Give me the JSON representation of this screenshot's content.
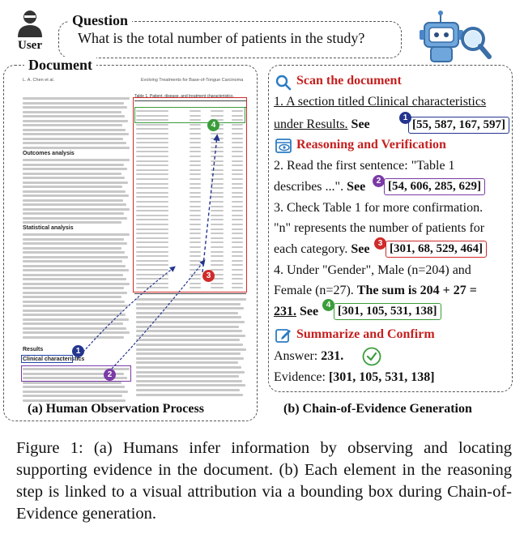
{
  "user": {
    "label": "User"
  },
  "question": {
    "title": "Question",
    "text": "What is the total number of patients in the study?"
  },
  "document": {
    "title": "Document",
    "page_header_left": "L. A. Chen et al.",
    "page_header_right": "Evolving Treatments for Base-of-Tongue Carcinoma",
    "sections": [
      "Outcomes analysis",
      "Statistical analysis",
      "Results",
      "Clinical characteristics"
    ],
    "table_caption": "Table 1. Patient, disease, and treatment characteristics."
  },
  "chain": {
    "step1": {
      "head": "Scan the document",
      "line1": "1. A section titled Clinical characteristics",
      "line2": "under Results.",
      "see": "See",
      "evidence": "[55, 587, 167, 597]",
      "num": "1"
    },
    "reasoning_head": "Reasoning and Verification",
    "step2": {
      "line1": "2. Read the first sentence: \"Table 1",
      "line2": "describes ...\".",
      "see": "See",
      "evidence": "[54, 606, 285, 629]",
      "num": "2"
    },
    "step3": {
      "line1": "3. Check Table 1 for more confirmation.",
      "line2": "\"n\" represents the number of patients for",
      "line3": "each category.",
      "see": "See",
      "evidence": "[301, 68, 529, 464]",
      "num": "3"
    },
    "step4": {
      "line1": "4. Under \"Gender\", Male (n=204) and",
      "line2a": "Female (n=27).",
      "line2b": "The sum is 204 + 27 =",
      "line3a": "231.",
      "see": "See",
      "evidence": "[301, 105, 531, 138]",
      "num": "4"
    },
    "summary_head": "Summarize and Confirm",
    "answer_label": "Answer:",
    "answer_value": "231.",
    "evidence_label": "Evidence:",
    "evidence_value": "[301, 105, 531, 138]"
  },
  "captions": {
    "a": "(a) Human Observation Process",
    "b": "(b) Chain-of-Evidence Generation",
    "figure": "Figure 1: (a) Humans infer information by observing and locating supporting evidence in the document. (b) Each element in the reasoning step is linked to a visual attribution via a bounding box during Chain-of-Evidence generation."
  },
  "colors": {
    "blue": "#24358f",
    "purple": "#7b3aa6",
    "red": "#d02a2a",
    "green": "#3a9d3a",
    "heading_red": "#c62020"
  }
}
